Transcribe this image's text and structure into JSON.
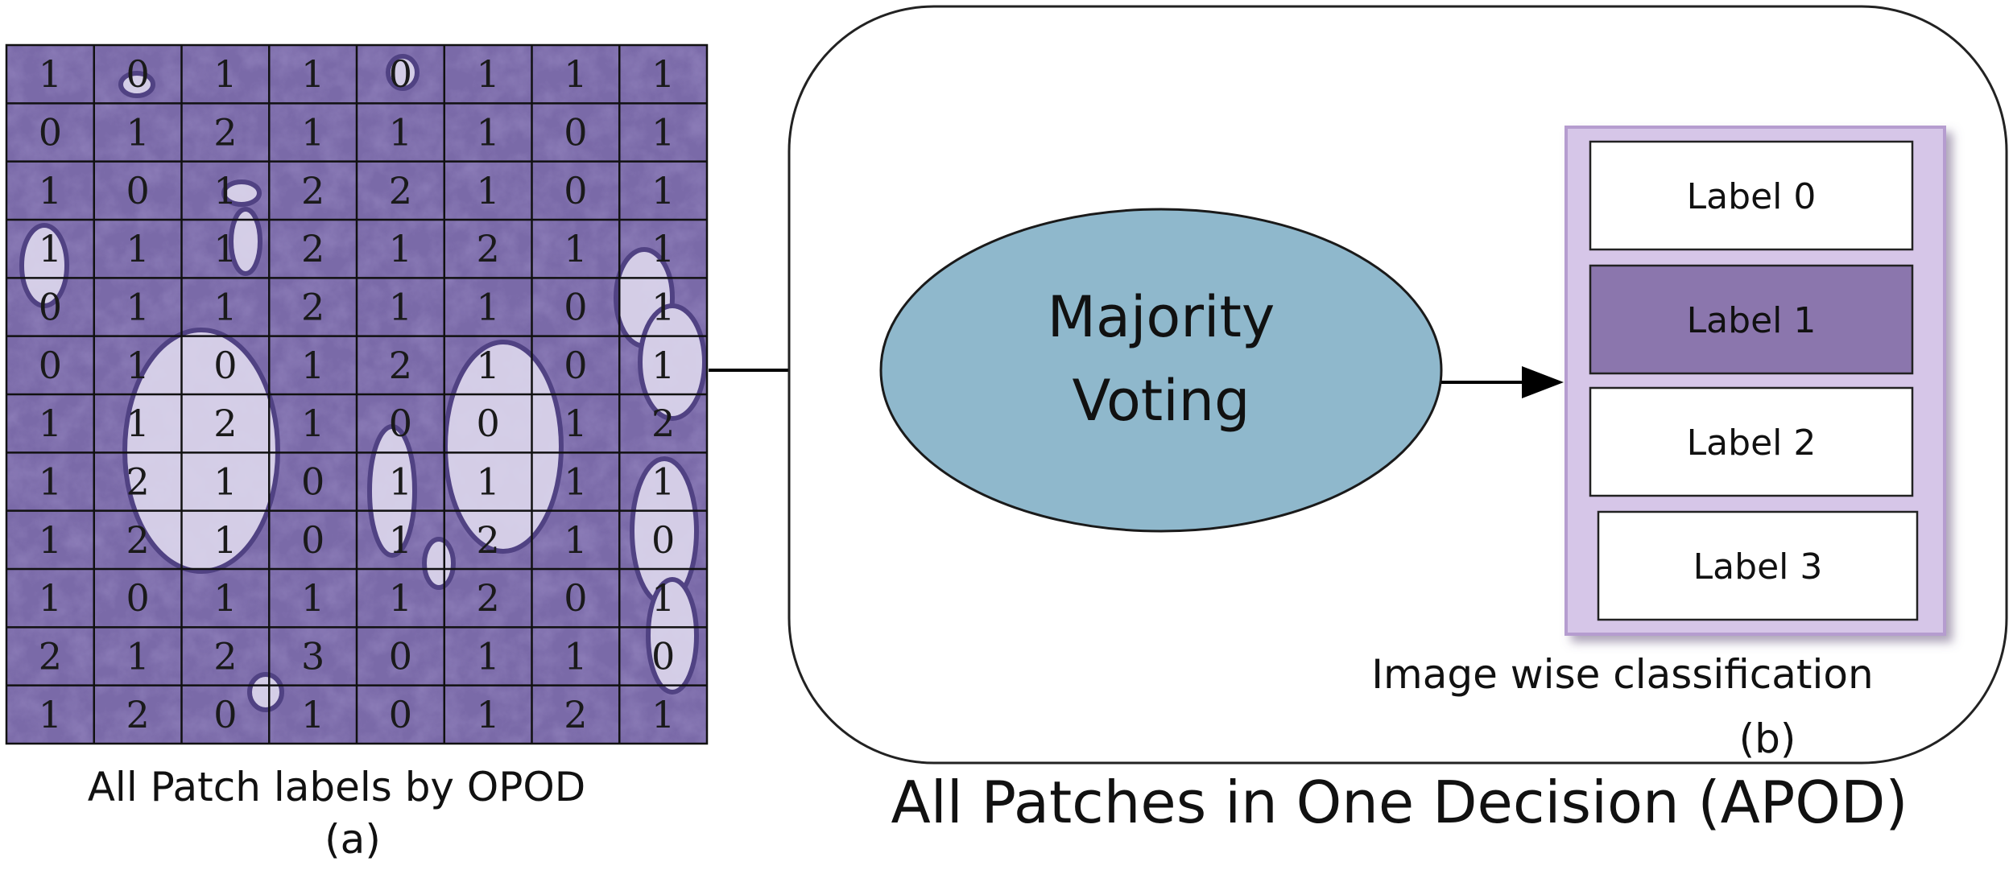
{
  "patch_grid": {
    "rows": [
      [
        "1",
        "0",
        "1",
        "1",
        "0",
        "1",
        "1",
        "1"
      ],
      [
        "0",
        "1",
        "2",
        "1",
        "1",
        "1",
        "0",
        "1"
      ],
      [
        "1",
        "0",
        "1",
        "2",
        "2",
        "1",
        "0",
        "1"
      ],
      [
        "1",
        "1",
        "1",
        "2",
        "1",
        "2",
        "1",
        "1"
      ],
      [
        "0",
        "1",
        "1",
        "2",
        "1",
        "1",
        "0",
        "1"
      ],
      [
        "0",
        "1",
        "0",
        "1",
        "2",
        "1",
        "0",
        "1"
      ],
      [
        "1",
        "1",
        "2",
        "1",
        "0",
        "0",
        "1",
        "2"
      ],
      [
        "1",
        "2",
        "1",
        "0",
        "1",
        "1",
        "1",
        "1"
      ],
      [
        "1",
        "2",
        "1",
        "0",
        "1",
        "2",
        "1",
        "0"
      ],
      [
        "1",
        "0",
        "1",
        "1",
        "1",
        "2",
        "0",
        "1"
      ],
      [
        "2",
        "1",
        "2",
        "3",
        "0",
        "1",
        "1",
        "0"
      ],
      [
        "1",
        "2",
        "0",
        "1",
        "0",
        "1",
        "2",
        "1"
      ]
    ]
  },
  "captions": {
    "patch_labels": "All Patch labels by OPOD",
    "patch_labels_tag": "(a)",
    "classification": "Image wise classification",
    "classification_tag": "(b)",
    "apod": "All Patches in One Decision (APOD)"
  },
  "voting_node": {
    "line1": "Majority",
    "line2": "Voting"
  },
  "labels": [
    {
      "text": "Label 0",
      "selected": false
    },
    {
      "text": "Label 1",
      "selected": true
    },
    {
      "text": "Label 2",
      "selected": false
    },
    {
      "text": "Label 3",
      "selected": false
    }
  ],
  "colors": {
    "tissue_base": "#7868a8",
    "tissue_light": "#dcd6ec",
    "ellipse_fill": "#8fb8cc",
    "panel_fill": "#d6c6e8",
    "panel_border": "#b59ccf",
    "selected_label": "#8b76ad",
    "arrow": "#000000"
  }
}
